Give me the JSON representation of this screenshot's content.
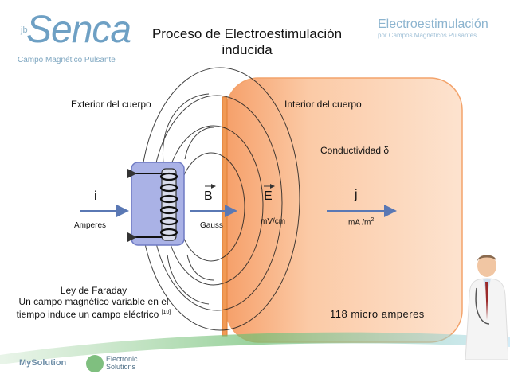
{
  "header": {
    "logo_jb": "jb",
    "logo_name": "Senca",
    "logo_subtitle": "Campo Magnético Pulsante",
    "brand_title": "Electroestimulación",
    "brand_subtitle": "por Campos Magnéticos Pulsantes"
  },
  "title": {
    "line1": "Proceso de  Electroestimulación",
    "line2": "inducida"
  },
  "regions": {
    "exterior": "Exterior del cuerpo",
    "interior": "Interior del cuerpo",
    "conductivity": "Conductividad δ"
  },
  "quantities": {
    "i_symbol": "i",
    "i_unit": "Amperes",
    "b_symbol": "B",
    "b_unit": "Gauss",
    "e_symbol": "E",
    "e_unit": "mV/cm",
    "j_symbol": "j",
    "j_unit_base": "mA /m",
    "j_unit_exp": "2"
  },
  "faraday": {
    "heading": "Ley de Faraday",
    "text": "Un campo magnético variable en el tiempo induce un campo eléctrico",
    "ref": "[10]"
  },
  "current_value": "118 micro amperes",
  "footer": {
    "logo1": "MySolution",
    "logo2_line1": "Electronic",
    "logo2_line2": "Solutions"
  },
  "colors": {
    "body_fill": "#fbd3b5",
    "body_border": "#f08a3c",
    "coil_box": "#aab2e6",
    "arrow": "#5a78b4"
  }
}
